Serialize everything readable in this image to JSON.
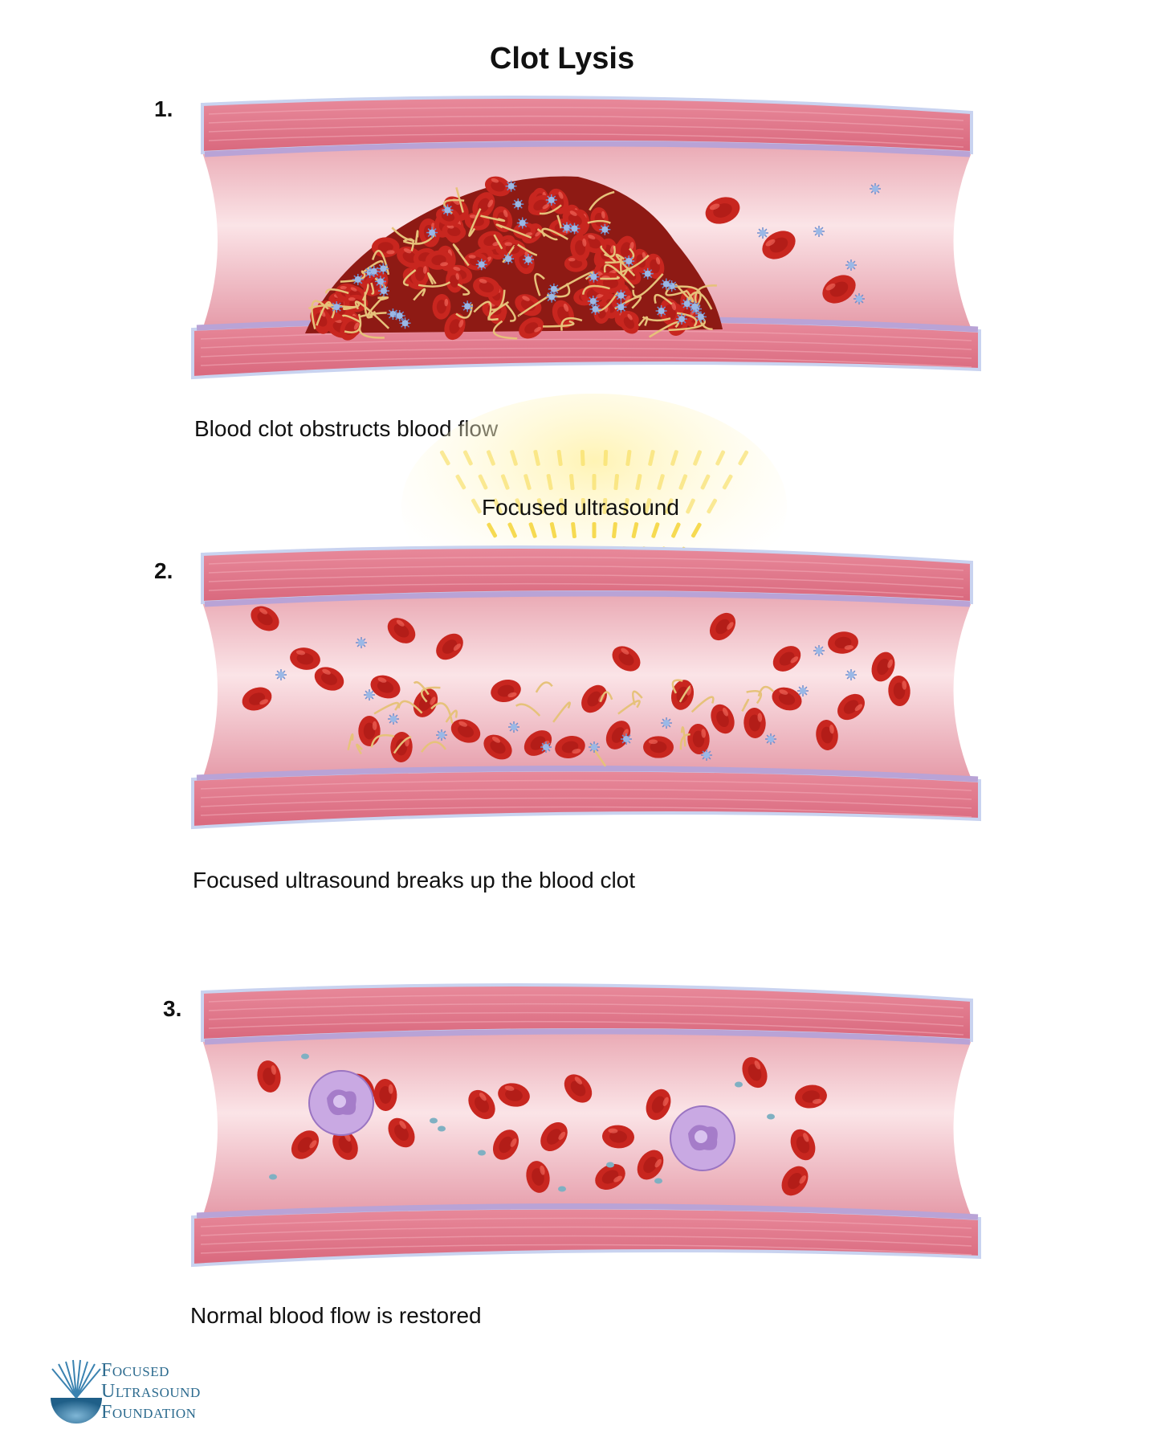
{
  "title": "Clot Lysis",
  "panels": [
    {
      "number": "1.",
      "caption": "Blood clot obstructs blood flow"
    },
    {
      "number": "2.",
      "caption": "Focused ultrasound breaks up the blood clot"
    },
    {
      "number": "3.",
      "caption": "Normal blood flow is restored"
    }
  ],
  "ultrasound_label": "Focused ultrasound",
  "logo": {
    "line1": "Focused",
    "line2": "Ultrasound",
    "line3": "Foundation"
  },
  "colors": {
    "vessel_wall": "#d9687d",
    "vessel_lumen": "#f4c9cf",
    "membrane": "#b9a3d6",
    "red_cell": "#c8261f",
    "fibrin": "#e6c27a",
    "platelet": "#9ab8e6",
    "ultrasound": "#f5d84a",
    "white_cell": "#a57cc9",
    "logo": "#2b6a8e"
  },
  "icons": [
    "red-blood-cell-icon",
    "platelet-icon",
    "fibrin-strand-icon",
    "white-blood-cell-icon",
    "ultrasound-wave-icon",
    "foundation-logo-icon"
  ]
}
